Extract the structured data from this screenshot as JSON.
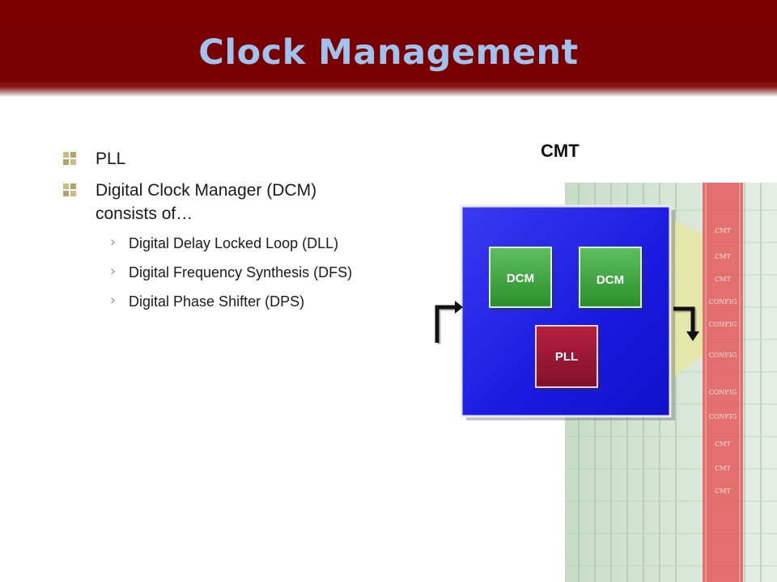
{
  "slide": {
    "title": "Clock Management",
    "bullets": [
      {
        "text": "PLL"
      },
      {
        "text": "Digital Clock Manager (DCM) consists of…"
      }
    ],
    "sub_bullets": [
      {
        "text": "Digital Delay Locked Loop (DLL)"
      },
      {
        "text": "Digital Frequency Synthesis (DFS)"
      },
      {
        "text": "Digital Phase Shifter (DPS)"
      }
    ]
  },
  "figure": {
    "label": "CMT",
    "blocks": {
      "dcm_left": "DCM",
      "dcm_right": "DCM",
      "pll": "PLL"
    },
    "fpga_column_labels": [
      "CMT",
      "CMT",
      "CMT",
      "CONFIG",
      "CONFIG",
      "CONFIG",
      "CONFIG",
      "CONFIG",
      "CMT",
      "CMT",
      "CMT"
    ],
    "colors": {
      "title_bar": "#7a0000",
      "title_text": "#9fc3ee",
      "cmt_block": "#1a1adf",
      "dcm": "#2f9a2f",
      "pll": "#9b1030",
      "bullet_icon": "#b7a36a"
    }
  }
}
